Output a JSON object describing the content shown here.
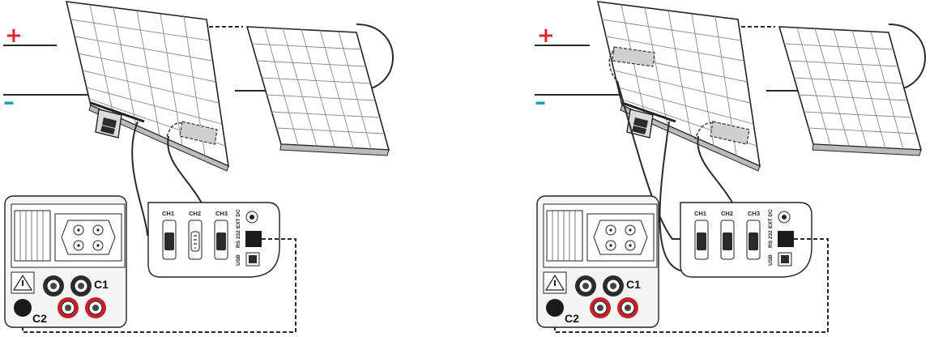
{
  "colors": {
    "plus": "#e0242d",
    "minus": "#1aa0c8",
    "panel_fill": "#ffffff",
    "line": "#2a2a2a",
    "red_terminal": "#c8202a",
    "dark_terminal": "#2b2b2b"
  },
  "terminals": {
    "plus_sign": "+",
    "minus_sign": "–"
  },
  "instrument": {
    "ch1": "CH1",
    "ch2": "CH2",
    "ch3": "CH3",
    "ext_dc": "EXT DC",
    "rs232": "RS 232",
    "usb": "USB"
  },
  "meter": {
    "c1": "C1",
    "c2": "C2"
  },
  "icons": [
    "warning-icon",
    "solar-panel-icon",
    "junction-box-icon",
    "temperature-probe-icon",
    "irradiance-sensor-icon",
    "port-icon"
  ]
}
